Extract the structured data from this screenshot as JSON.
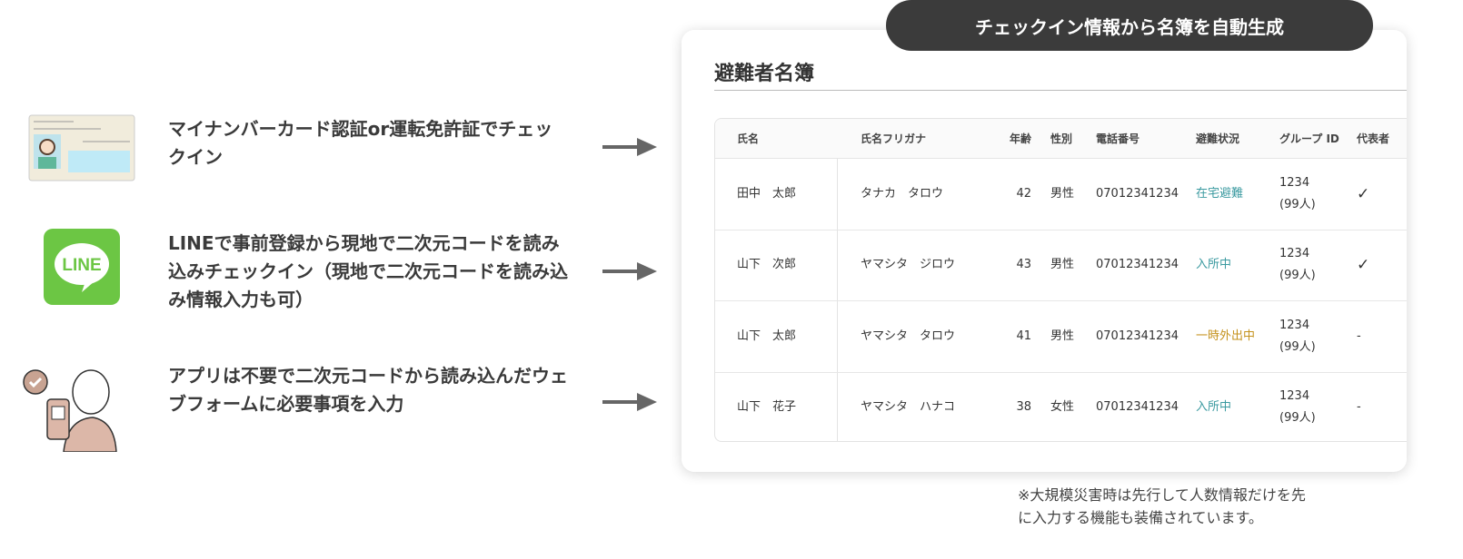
{
  "features": [
    {
      "icon": "id-card-icon",
      "text": "マイナンバーカード認証or運転免許証でチェックイン"
    },
    {
      "icon": "line-app-icon",
      "icon_text": "LINE",
      "text": "LINEで事前登録から現地で二次元コードを読み込みチェックイン（現地で二次元コードを読み込み情報入力も可）"
    },
    {
      "icon": "person-with-phone-icon",
      "text": "アプリは不要で二次元コードから読み込んだウェブフォームに必要事項を入力"
    }
  ],
  "banner": "チェックイン情報から名簿を自動生成",
  "roster": {
    "title": "避難者名簿",
    "columns": [
      "氏名",
      "氏名フリガナ",
      "年齢",
      "性別",
      "電話番号",
      "避難状況",
      "グループ ID",
      "代表者"
    ],
    "rows": [
      {
        "name": "田中　太郎",
        "kana": "タナカ　タロウ",
        "age": "42",
        "sex": "男性",
        "phone": "07012341234",
        "status": "在宅避難",
        "status_color": "#3b9aa0",
        "group": "1234",
        "group_count": "(99人)",
        "rep": "✓"
      },
      {
        "name": "山下　次郎",
        "kana": "ヤマシタ　ジロウ",
        "age": "43",
        "sex": "男性",
        "phone": "07012341234",
        "status": "入所中",
        "status_color": "#3b9aa0",
        "group": "1234",
        "group_count": "(99人)",
        "rep": "✓"
      },
      {
        "name": "山下　太郎",
        "kana": "ヤマシタ　タロウ",
        "age": "41",
        "sex": "男性",
        "phone": "07012341234",
        "status": "一時外出中",
        "status_color": "#c4921c",
        "group": "1234",
        "group_count": "(99人)",
        "rep": "-"
      },
      {
        "name": "山下　花子",
        "kana": "ヤマシタ　ハナコ",
        "age": "38",
        "sex": "女性",
        "phone": "07012341234",
        "status": "入所中",
        "status_color": "#3b9aa0",
        "group": "1234",
        "group_count": "(99人)",
        "rep": "-"
      }
    ]
  },
  "footnote": [
    "※大規模災害時は先行して人数情報だけを先",
    "に入力する機能も装備されています。"
  ]
}
